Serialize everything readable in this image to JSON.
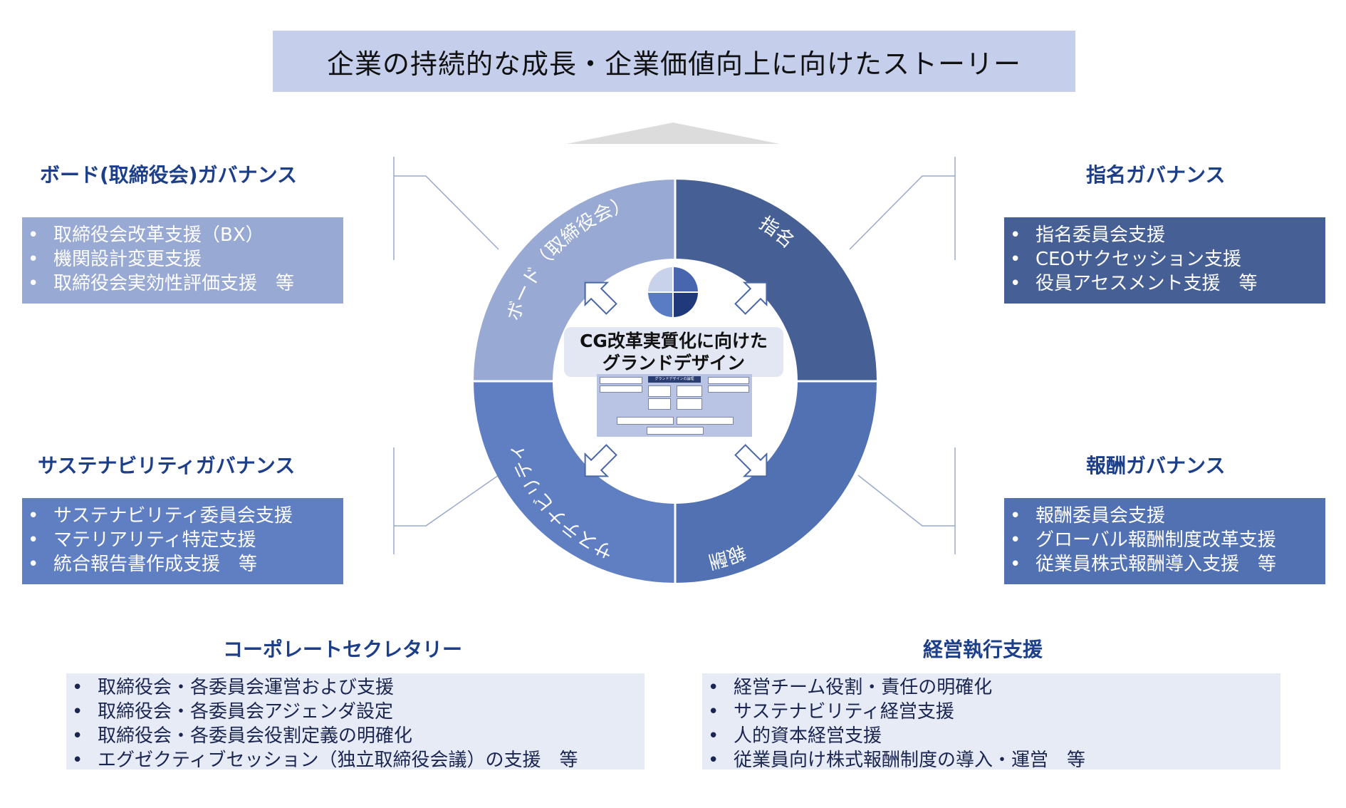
{
  "banner": {
    "title": "企業の持続的な成長・企業価値向上に向けたストーリー"
  },
  "ring": {
    "segments": [
      {
        "label": "ボード（取締役会）",
        "color": "#98a9d3"
      },
      {
        "label": "指名",
        "color": "#465f95"
      },
      {
        "label": "報酬",
        "color": "#5271b2"
      },
      {
        "label": "サステナビリティ",
        "color": "#5f7fc2"
      }
    ]
  },
  "center": {
    "title_line1": "CG改革実質化に向けた",
    "title_line2": "グランドデザイン",
    "mini_header": "グランドデザインの論理"
  },
  "sections": {
    "board": {
      "title": "ボード(取締役会)ガバナンス",
      "color": "#98a9d3",
      "items": [
        "取締役会改革支援（BX）",
        "機関設計変更支援",
        "取締役会実効性評価支援　等"
      ]
    },
    "nomination": {
      "title": "指名ガバナンス",
      "color": "#465f95",
      "items": [
        "指名委員会支援",
        "CEOサクセッション支援",
        "役員アセスメント支援　等"
      ]
    },
    "sustainability": {
      "title": "サステナビリティガバナンス",
      "color": "#5f7fc2",
      "items": [
        "サステナビリティ委員会支援",
        "マテリアリティ特定支援",
        "統合報告書作成支援　等"
      ]
    },
    "compensation": {
      "title": "報酬ガバナンス",
      "color": "#5271b2",
      "items": [
        "報酬委員会支援",
        "グローバル報酬制度改革支援",
        "従業員株式報酬導入支援　等"
      ]
    },
    "secretary": {
      "title": "コーポレートセクレタリー",
      "color": "#e7ebf6",
      "items": [
        "取締役会・各委員会運営および支援",
        "取締役会・各委員会アジェンダ設定",
        "取締役会・各委員会役割定義の明確化",
        "エグゼクティブセッション（独立取締役会議）の支援　等"
      ]
    },
    "management": {
      "title": "経営執行支援",
      "color": "#e7ebf6",
      "items": [
        "経営チーム役割・責任の明確化",
        "サステナビリティ経営支援",
        "人的資本経営支援",
        "従業員向け株式報酬制度の導入・運営　等"
      ]
    }
  }
}
